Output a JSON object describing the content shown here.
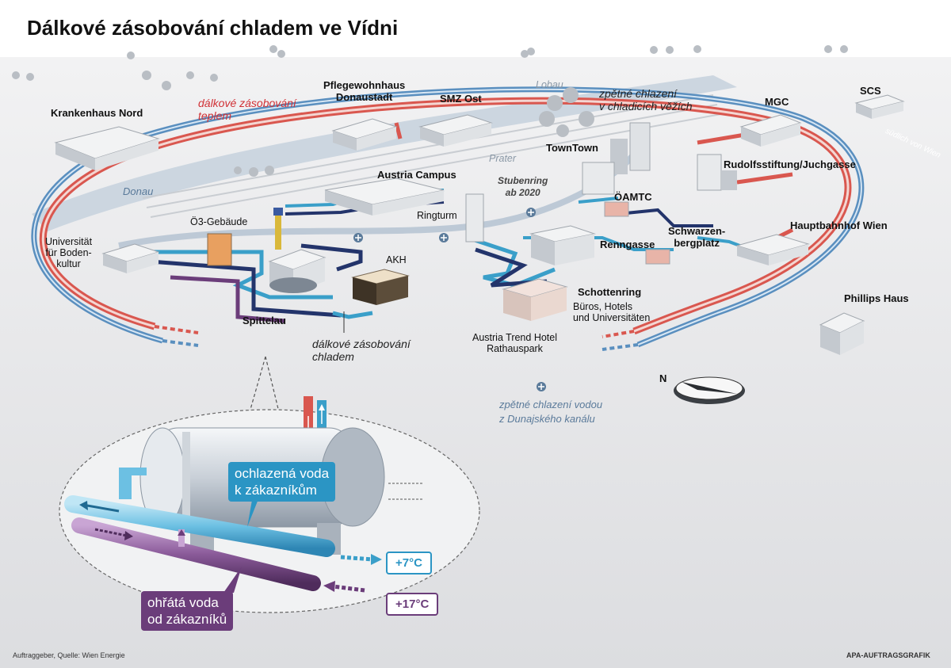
{
  "title": "Dálkové zásobování chladem ve Vídni",
  "labels": {
    "krankenhaus_nord": "Krankenhaus Nord",
    "pflegewohnhaus": "Pflegewohnhaus\nDonaustadt",
    "smz_ost": "SMZ Ost",
    "lobau": "Lobau",
    "cooling_towers": "zpětné chlazení\nv chladicích věžích",
    "mgc": "MGC",
    "scs": "SCS",
    "suedlich": "südlich von Wien",
    "district_heating": "dálkové zásobování\nteplem",
    "donau": "Donau",
    "prater": "Prater",
    "towntown": "TownTown",
    "rudolfsstiftung": "Rudolfsstiftung/Juchgasse",
    "austria_campus": "Austria Campus",
    "stubenring": "Stubenring\nab 2020",
    "oamtc": "ÖAMTC",
    "o3": "Ö3-Gebäude",
    "universitaet": "Universität\nfür Boden-\nkultur",
    "ringturm": "Ringturm",
    "hauptbahnhof": "Hauptbahnhof Wien",
    "schwarzenbergplatz": "Schwarzen-\nbergplatz",
    "renngasse": "Renngasse",
    "akh": "AKH",
    "schottenring": "Schottenring",
    "bueros": "Büros, Hotels\nund Universitäten",
    "spittelau": "Spittelau",
    "district_cooling": "dálkové zásobování\nchladem",
    "austria_trend": "Austria Trend Hotel\nRathauspark",
    "phillips": "Phillips Haus",
    "compass_n": "N",
    "river_cooling": "zpětné chlazení vodou\nz Dunajského kanálu"
  },
  "callouts": {
    "cooled": "ochlazená voda\nk zákazníkům",
    "warmed": "ohřátá voda\nod zákazníků",
    "temp_cold": "+7°C",
    "temp_warm": "+17°C"
  },
  "footer": {
    "source": "Auftraggeber, Quelle: Wien Energie",
    "credit": "APA-AUFTRAGSGRAFIK"
  },
  "colors": {
    "heating_red": "#d9574f",
    "heating_red_light": "#f0a49c",
    "cooling_blue": "#3a9fc9",
    "cooling_blue_light": "#9fd4ea",
    "cooling_navy": "#23346b",
    "warm_purple": "#6b3d7a",
    "callout_blue": "#2b95c4",
    "callout_purple": "#6b3d7a",
    "background": "#e6e7e9"
  }
}
